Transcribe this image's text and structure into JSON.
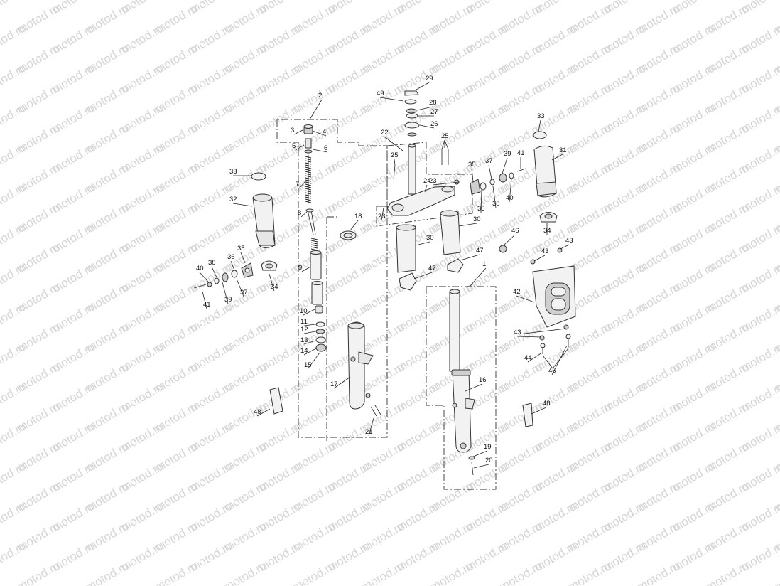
{
  "watermark": {
    "text": "motod.ru"
  },
  "callouts": {
    "c1": "1",
    "c2": "2",
    "c3": "3",
    "c4": "4",
    "c5": "5",
    "c6": "6",
    "c7": "7",
    "c8": "8",
    "c9": "9",
    "c10": "10",
    "c11": "11",
    "c12": "12",
    "c13": "13",
    "c14": "14",
    "c15": "15",
    "c16": "16",
    "c17": "17",
    "c18": "18",
    "c19": "19",
    "c20": "20",
    "c21": "21",
    "c22": "22",
    "c23": "23",
    "c24": "24",
    "c25": "25",
    "c26": "26",
    "c27": "27",
    "c28": "28",
    "c29": "29",
    "c30": "30",
    "c31": "31",
    "c32": "32",
    "c33": "33",
    "c34": "34",
    "c35": "35",
    "c36": "36",
    "c37": "37",
    "c38": "38",
    "c39": "39",
    "c40": "40",
    "c41": "41",
    "c42": "42",
    "c43": "43",
    "c44": "44",
    "c45": "45",
    "c46": "46",
    "c47": "47",
    "c48": "48",
    "c49": "49"
  }
}
